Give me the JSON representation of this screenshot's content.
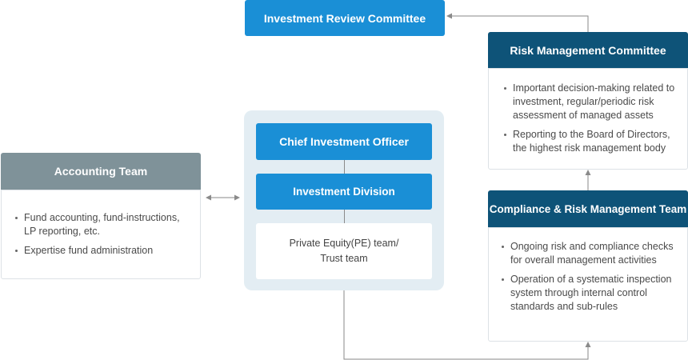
{
  "investment_review_committee": {
    "title": "Investment Review Committee"
  },
  "risk_management_committee": {
    "title": "Risk Management Committee",
    "items": [
      "Important decision-making related to investment, regular/periodic risk assessment of managed assets",
      "Reporting to the Board of Directors, the highest risk management body"
    ]
  },
  "compliance_team": {
    "title": "Compliance & Risk Management Team",
    "items": [
      "Ongoing risk and compliance checks for overall management activities",
      "Operation of a systematic inspection system through internal control standards and sub-rules"
    ]
  },
  "accounting_team": {
    "title": "Accounting Team",
    "items": [
      "Fund accounting, fund-instructions, LP reporting, etc.",
      "Expertise fund administration"
    ]
  },
  "investment_group": {
    "cio": "Chief Investment Officer",
    "division": "Investment Division",
    "teams_line1": "Private Equity(PE) team/",
    "teams_line2": "Trust team"
  },
  "colors": {
    "primary_blue": "#1a8fd6",
    "navy": "#0e5378",
    "grey_header": "#7f9299",
    "group_background": "#e3edf3",
    "connector": "#8a8a8a"
  }
}
